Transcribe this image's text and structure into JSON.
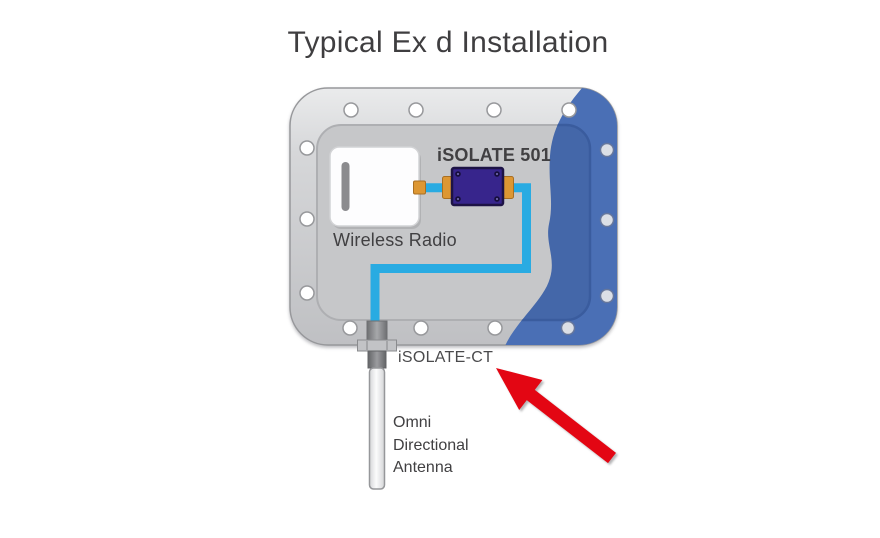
{
  "title": "Typical Ex d Installation",
  "enclosure": {
    "label_isolate_501": "iSOLATE 501",
    "label_wireless_radio": "Wireless Radio",
    "label_isolate_ct": "iSOLATE-CT",
    "label_antenna": "Omni\nDirectional\nAntenna"
  },
  "colors": {
    "title_text": "#3f3e40",
    "label_text": "#414042",
    "enclosure_gray": "#cbccce",
    "enclosure_blue": "#4a6fb5",
    "blue_panel_edge": "#3a5c9e",
    "cable_cyan": "#29abe2",
    "module_purple": "#37258c",
    "connector_orange": "#dd9733",
    "arrow_red": "#e30613",
    "radio_white": "#fdfdfe"
  }
}
